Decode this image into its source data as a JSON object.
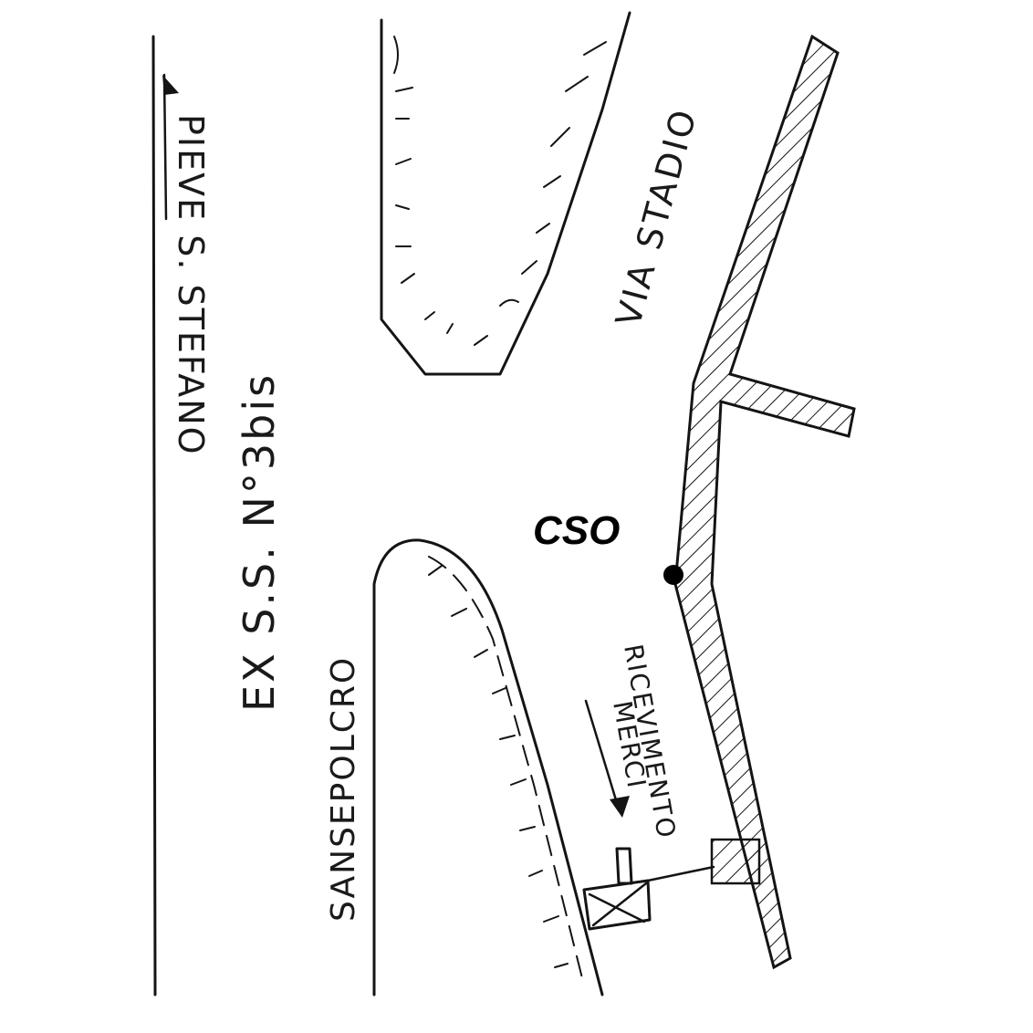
{
  "labels": {
    "pieve": "PIEVE S. STEFANO",
    "road": "EX S.S. N°3bis",
    "sansepolcro": "SANSEPOLCRO",
    "via_stadio": "VIA STADIO",
    "ricevimento": "RICEVIMENTO",
    "merci": "MERCI",
    "cso": "CSO"
  },
  "colors": {
    "ink": "#141414",
    "background": "#ffffff"
  },
  "icons": {
    "arrow": "arrow-icon",
    "marker": "location-dot-icon",
    "gate": "gate-icon"
  }
}
